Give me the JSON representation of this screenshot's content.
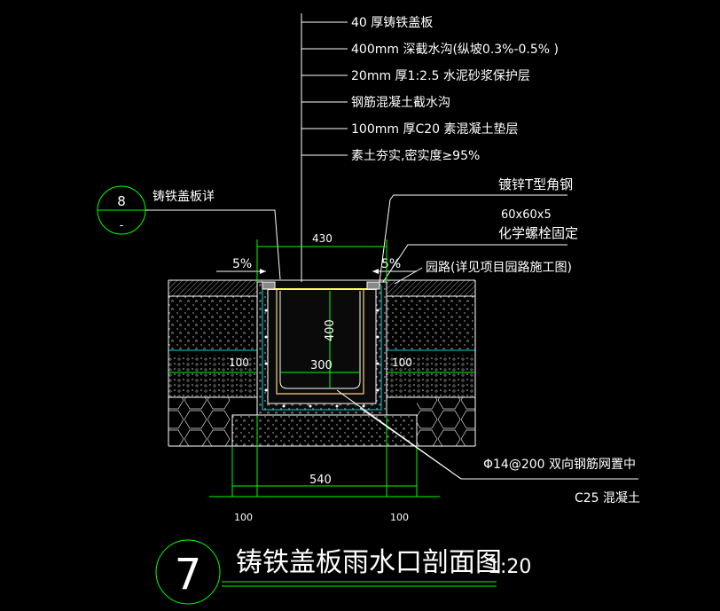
{
  "callouts": [
    "40 厚铸铁盖板",
    "400mm   深截水沟(纵坡0.3%-0.5%     )",
    "20mm   厚1:2.5  水泥砂浆保护层",
    "钢筋混凝土截水沟",
    "100mm   厚C20  素混凝土垫层",
    "素土夯实,密实度≥95%"
  ],
  "left_detail": {
    "number": "8",
    "sheet": "-",
    "label": "铸铁盖板详"
  },
  "right_notes": {
    "angle_steel": "镀锌T型角钢",
    "angle_size": "60x60x5",
    "bolt": "化学螺栓固定",
    "road": "园路(详见项目园路施工图)",
    "rebar": "Φ14@200   双向钢筋网置中",
    "concrete": "C25  混凝土"
  },
  "dimensions": {
    "top_width": "430",
    "inner_width": "300",
    "depth": "400",
    "left_side": "100",
    "right_side": "100",
    "base_width": "540",
    "bottom_left": "100",
    "bottom_right": "100",
    "slope_left": "5%",
    "slope_right": "5%"
  },
  "title": {
    "number": "7",
    "text": "铸铁盖板雨水口剖面图",
    "scale": "1:20"
  }
}
